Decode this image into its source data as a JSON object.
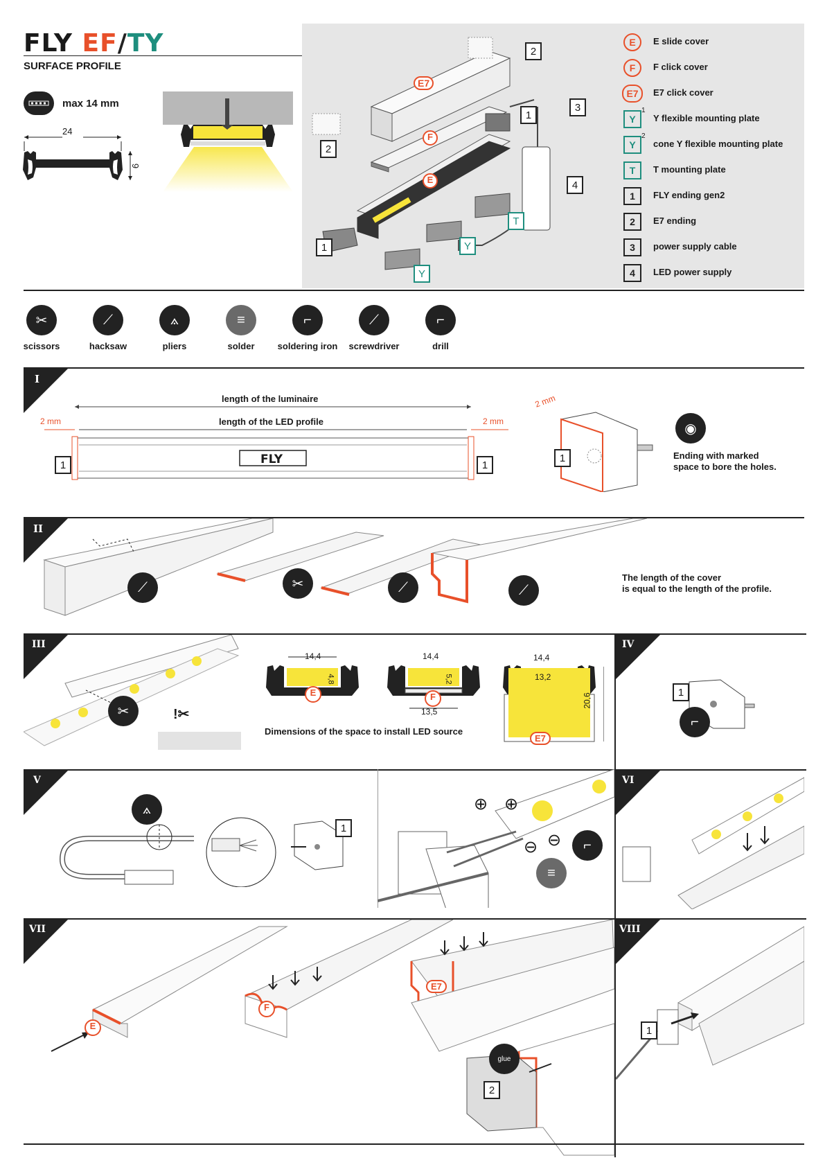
{
  "header": {
    "title_part1": "FLY ",
    "title_part2": "EF",
    "title_slash": "/",
    "title_part3": "TY",
    "subtitle": "SURFACE PROFILE",
    "max_label": "max 14 mm",
    "dim_width": "24",
    "dim_height": "9"
  },
  "legend": [
    {
      "badge": "E",
      "label": "E slide cover"
    },
    {
      "badge": "F",
      "label": "F click cover"
    },
    {
      "badge": "E7",
      "label": "E7 click cover"
    },
    {
      "badge": "Y",
      "sup": "1",
      "label": "Y flexible mounting plate"
    },
    {
      "badge": "Y",
      "sup": "2",
      "label": "cone Y flexible mounting plate"
    },
    {
      "badge": "T",
      "label": "T mounting plate"
    },
    {
      "badge": "1",
      "label": "FLY ending gen2"
    },
    {
      "badge": "2",
      "label": "E7 ending"
    },
    {
      "badge": "3",
      "label": "power supply cable"
    },
    {
      "badge": "4",
      "label": "LED power supply"
    }
  ],
  "exploded": {
    "e7": "E7",
    "f": "F",
    "e": "E",
    "t": "T",
    "y": "Y",
    "sup1": "1",
    "sup2": "2",
    "n1": "1",
    "n2": "2",
    "n3": "3",
    "n4": "4"
  },
  "tools": [
    {
      "label": "scissors",
      "icon": "scissors-icon"
    },
    {
      "label": "hacksaw",
      "icon": "hacksaw-icon"
    },
    {
      "label": "pliers",
      "icon": "pliers-icon"
    },
    {
      "label": "solder",
      "icon": "solder-icon"
    },
    {
      "label": "soldering iron",
      "icon": "soldering-iron-icon"
    },
    {
      "label": "screwdriver",
      "icon": "screwdriver-icon"
    },
    {
      "label": "drill",
      "icon": "drill-icon"
    }
  ],
  "sections": {
    "I": {
      "tag": "I",
      "length_luminaire": "length of the luminaire",
      "length_profile": "length of the LED profile",
      "gap_left": "2 mm",
      "gap_right": "2 mm",
      "profile_label": "FLY",
      "n1": "1",
      "ending_gap": "2 mm",
      "ending_note_1": "Ending with marked",
      "ending_note_2": "space to bore the holes."
    },
    "II": {
      "tag": "II",
      "note_1": "The length of the cover",
      "note_2": "is equal to the length of the profile."
    },
    "III": {
      "tag": "III",
      "dims": [
        {
          "w": "14,4",
          "h": "4,8",
          "label": "E"
        },
        {
          "w": "14,4",
          "h": "5,2",
          "w2": "13,5",
          "label": "F"
        },
        {
          "w": "14,4",
          "w2": "13,2",
          "h": "20,6",
          "label": "E7"
        }
      ],
      "caption": "Dimensions of the space to install LED source",
      "cut_mark": "!✂"
    },
    "IV": {
      "tag": "IV",
      "n1": "1"
    },
    "V": {
      "tag": "V",
      "n1": "1",
      "plus": "⊕",
      "minus": "⊖"
    },
    "VI": {
      "tag": "VI"
    },
    "VII": {
      "tag": "VII",
      "e": "E",
      "f": "F",
      "e7": "E7",
      "n2": "2",
      "glue": "glue"
    },
    "VIII": {
      "tag": "VIII",
      "n1": "1"
    }
  },
  "colors": {
    "accent": "#e8502a",
    "teal": "#1e8e7e",
    "dark": "#222222",
    "panel": "#e6e6e6",
    "led": "#f7e43a"
  }
}
